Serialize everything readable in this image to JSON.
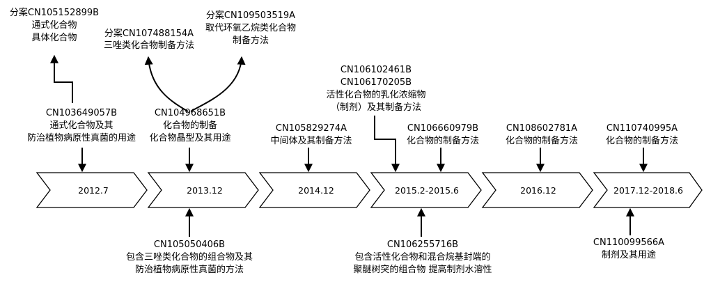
{
  "timeline": [
    {
      "label": "2012.7"
    },
    {
      "label": "2013.12"
    },
    {
      "label": "2014.12"
    },
    {
      "label": "2015.2-2015.6"
    },
    {
      "label": "2016.12"
    },
    {
      "label": "2017.12-2018.6"
    }
  ],
  "top_notes": {
    "n2012": [
      "CN103649057B",
      "通式化合物及其",
      "防治植物病原性真菌的用途"
    ],
    "n2013": [
      "CN104968651B",
      "化合物的制备",
      "化合物晶型及其用途"
    ],
    "n2014": [
      "CN105829274A",
      "中间体及其制备方法"
    ],
    "n2015a": [
      "CN106102461B",
      "CN106170205B",
      "活性化合物的乳化浓缩物",
      "（制剂）及其制备方法"
    ],
    "n2015b": [
      "CN106660979B",
      "化合物的制备方法"
    ],
    "n2016": [
      "CN108602781A",
      "化合物的制备方法"
    ],
    "n2017": [
      "CN110740995A",
      "化合物的制备方法"
    ]
  },
  "divisional": {
    "d1": [
      "分案CN105152899B",
      "通式化合物",
      "具体化合物"
    ],
    "d2": [
      "分案CN107488154A",
      "三唑类化合物制备方法"
    ],
    "d3": [
      "分案CN109503519A",
      "取代环氧乙烷类化合物",
      "制备方法"
    ]
  },
  "bottom_notes": {
    "b2013": [
      "CN105050406B",
      "包含三唑类化合物的组合物及其",
      "防治植物病原性真菌的方法"
    ],
    "b2015": [
      "CN106255716B",
      "包含活性化合物和混合烷基封端的",
      "聚醚树突的组合物 提高制剂水溶性"
    ],
    "b2017": [
      "CN110099566A",
      "制剂及其用途"
    ]
  }
}
